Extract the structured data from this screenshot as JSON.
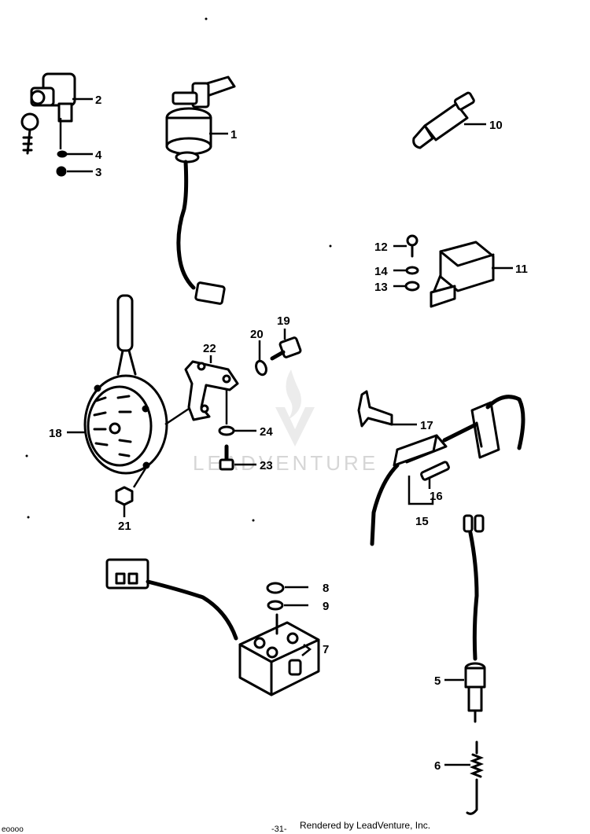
{
  "callouts": {
    "c1": "1",
    "c2": "2",
    "c3": "3",
    "c4": "4",
    "c5": "5",
    "c6": "6",
    "c7": "7",
    "c8": "8",
    "c9": "9",
    "c10": "10",
    "c11": "11",
    "c12": "12",
    "c13": "13",
    "c14": "14",
    "c15": "15",
    "c16": "16",
    "c17": "17",
    "c18": "18",
    "c19": "19",
    "c20": "20",
    "c21": "21",
    "c22": "22",
    "c23": "23",
    "c24": "24"
  },
  "watermark": {
    "text": "LEADVENTURE"
  },
  "footer": {
    "rendered_by": "Rendered by LeadVenture, Inc.",
    "page": "-31-",
    "corner": "eoooo"
  }
}
